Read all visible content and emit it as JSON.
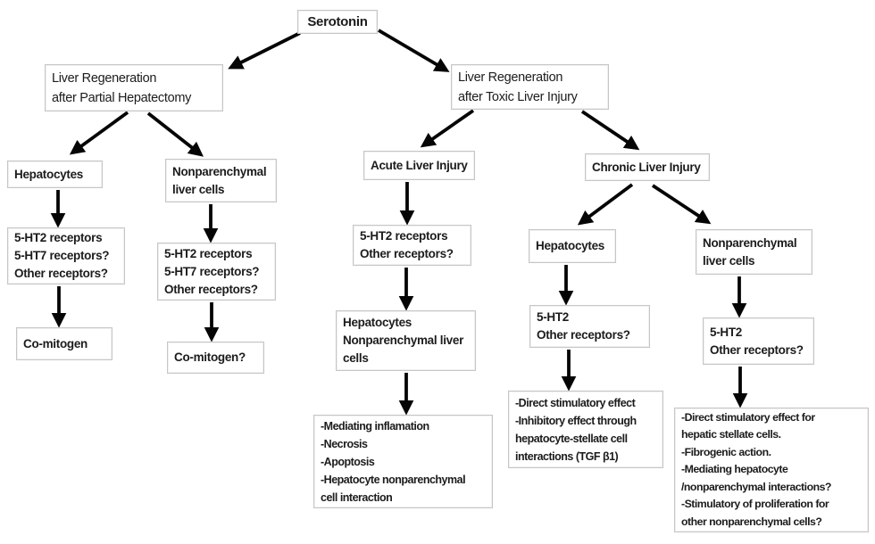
{
  "nodes": {
    "serotonin": {
      "text": "Serotonin"
    },
    "lr_partial": {
      "text": "Liver Regeneration\nafter Partial Hepatectomy"
    },
    "lr_toxic": {
      "text": "Liver Regeneration\nafter Toxic Liver Injury"
    },
    "hepatocytes_ph": {
      "text": "Hepatocytes"
    },
    "nonparenchymal_ph": {
      "text": "Nonparenchymal\nliver cells"
    },
    "receptors_hep_ph": {
      "text": "5-HT2 receptors\n5-HT7 receptors?\nOther receptors?"
    },
    "co_mitogen": {
      "text": "Co-mitogen"
    },
    "receptors_np_ph": {
      "text": "5-HT2 receptors\n5-HT7 receptors?\nOther receptors?"
    },
    "co_mitogen_q": {
      "text": "Co-mitogen?"
    },
    "acute_injury": {
      "text": "Acute Liver Injury"
    },
    "receptors_acute": {
      "text": "5-HT2 receptors\nOther receptors?"
    },
    "cells_acute": {
      "text": "Hepatocytes\nNonparenchymal liver\ncells"
    },
    "effects_acute": {
      "text": "-Mediating inflamation\n-Necrosis\n-Apoptosis\n-Hepatocyte nonparenchymal\ncell interaction"
    },
    "chronic_injury": {
      "text": "Chronic Liver Injury"
    },
    "hepatocytes_chronic": {
      "text": "Hepatocytes"
    },
    "nonparenchymal_chronic": {
      "text": "Nonparenchymal\nliver cells"
    },
    "receptors_hep_chronic": {
      "text": "5-HT2\nOther receptors?"
    },
    "receptors_np_chronic": {
      "text": "5-HT2\nOther receptors?"
    },
    "effects_hep_chronic": {
      "text": "-Direct stimulatory effect\n-Inhibitory effect through\nhepatocyte-stellate cell\ninteractions (TGF β1)"
    },
    "effects_np_chronic": {
      "text": "-Direct stimulatory effect for\nhepatic stellate cells.\n-Fibrogenic action.\n-Mediating hepatocyte\n/nonparenchymal interactions?\n-Stimulatory of proliferation for\nother nonparenchymal cells?"
    }
  },
  "colors": {
    "background": "#ffffff",
    "box_fill": "#ffffff",
    "box_border": "#c6c6c6",
    "text": "#1c1c1c",
    "arrow": "#050505"
  }
}
